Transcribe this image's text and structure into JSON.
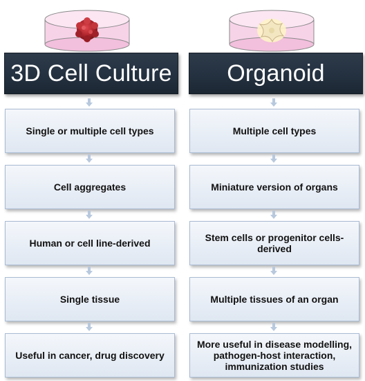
{
  "left": {
    "title": "3D Cell Culture",
    "items": [
      "Single or multiple cell types",
      "Cell aggregates",
      "Human or cell line-derived",
      "Single tissue",
      "Useful in cancer, drug discovery"
    ]
  },
  "right": {
    "title": "Organoid",
    "items": [
      "Multiple cell types",
      "Miniature version of organs",
      "Stem cells or progenitor cells-derived",
      "Multiple tissues of an organ",
      "More useful in disease modelling, pathogen-host interaction, immunization studies"
    ]
  },
  "colors": {
    "header_bg": "#243140",
    "box_fill": "#e6edf6",
    "box_border": "#a9bbd3",
    "arrow": "#b8c9de",
    "dish_liquid": "#f7d3e8",
    "cell_aggregate": "#b0252c",
    "organoid": "#f3e7c2"
  }
}
